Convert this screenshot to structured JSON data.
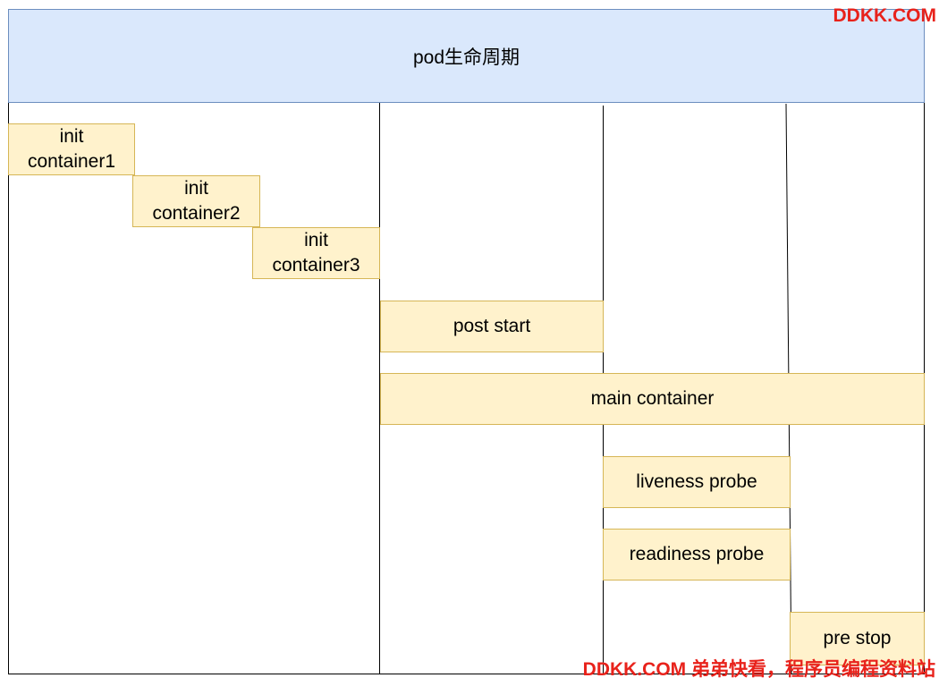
{
  "diagram": {
    "title": "pod生命周期",
    "boxes": {
      "init1": "init\ncontainer1",
      "init2": "init\ncontainer2",
      "init3": "init\ncontainer3",
      "post_start": "post start",
      "main_container": "main container",
      "liveness_probe": "liveness probe",
      "readiness_probe": "readiness probe",
      "pre_stop": "pre stop"
    }
  },
  "watermark": {
    "top": "DDKK.COM",
    "bottom": "DDKK.COM 弟弟快看，程序员编程资料站"
  },
  "colors": {
    "header_fill": "#dae8fc",
    "header_border": "#6c8ebf",
    "box_fill": "#fff2cc",
    "box_border": "#d6b656",
    "watermark": "#e8221b"
  }
}
